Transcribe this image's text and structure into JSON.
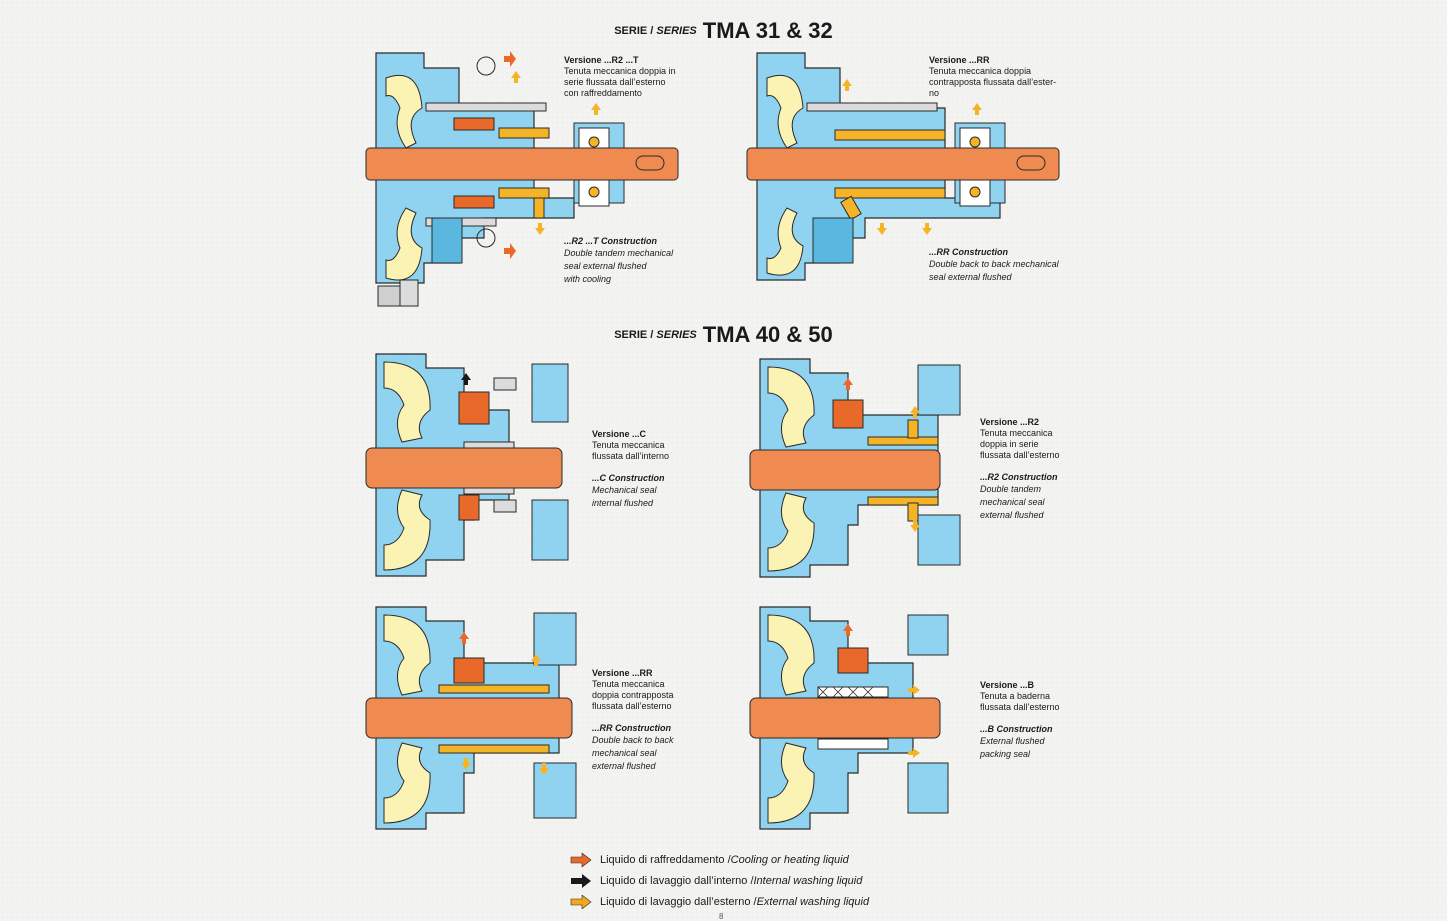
{
  "section1": {
    "serie": "SERIE / ",
    "series": "SERIES",
    "title": "TMA 31 & 32"
  },
  "section2": {
    "serie": "SERIE / ",
    "series": "SERIES",
    "title": "TMA 40 & 50"
  },
  "captions": {
    "r2t": {
      "head": "Versione ...R2 ...T",
      "it": [
        "Tenuta meccanica doppia in",
        "serie flussata dall’esterno",
        "con raffreddamento"
      ],
      "con": "...R2 ...T Construction",
      "en": [
        "Double tandem mechanical",
        "seal external flushed",
        "with cooling"
      ]
    },
    "rr_top": {
      "head": "Versione ...RR",
      "it": [
        "Tenuta meccanica doppia",
        "contrapposta flussata dall’ester-",
        "no"
      ],
      "con": "...RR Construction",
      "en": [
        "Double back to back mechanical",
        "seal external flushed"
      ]
    },
    "c": {
      "head": "Versione ...C",
      "it": [
        "Tenuta meccanica",
        "flussata dall’interno"
      ],
      "con": "...C Construction",
      "en": [
        "Mechanical seal",
        "internal flushed"
      ]
    },
    "r2": {
      "head": "Versione ...R2",
      "it": [
        "Tenuta meccanica",
        "doppia in serie",
        "flussata dall’esterno"
      ],
      "con": "...R2 Construction",
      "en": [
        "Double tandem",
        "mechanical seal",
        "external flushed"
      ]
    },
    "rr": {
      "head": "Versione ...RR",
      "it": [
        "Tenuta meccanica",
        "doppia contrapposta",
        "flussata dall’esterno"
      ],
      "con": "...RR Construction",
      "en": [
        "Double back to back",
        "mechanical seal",
        "external flushed"
      ]
    },
    "b": {
      "head": "Versione ...B",
      "it": [
        "Tenuta a baderna",
        "flussata dall’esterno"
      ],
      "con": "...B Construction",
      "en": [
        "External flushed",
        "packing seal"
      ]
    }
  },
  "legend": [
    {
      "it": "Liquido di raffreddamento / ",
      "en": "Cooling or heating liquid",
      "color": "#e8692a"
    },
    {
      "it": "Liquido di lavaggio dall’interno / ",
      "en": "Internal washing liquid",
      "color": "#1a1a1a"
    },
    {
      "it": "Liquido di lavaggio dall’esterno / ",
      "en": "External washing liquid",
      "color": "#f2a81d"
    }
  ],
  "page_number": "8",
  "colors": {
    "casing": "#8fd3f0",
    "impeller": "#fbf3b4",
    "shaft": "#ef8a50",
    "seal": "#f5b428",
    "outline": "#2a2a2a"
  }
}
